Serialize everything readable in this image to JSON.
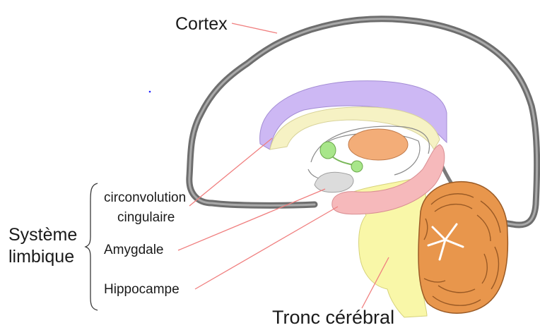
{
  "labels": {
    "cortex": "Cortex",
    "cingulate_line1": "circonvolution",
    "cingulate_line2": "cingulaire",
    "system_line1": "Système",
    "system_line2": "limbique",
    "amygdala": "Amygdale",
    "hippocampus": "Hippocampe",
    "brainstem": "Tronc cérébral"
  },
  "colors": {
    "cortex": "#6e6e6e",
    "cingulate": "#cdb8f4",
    "corpus_callosum": "#f6f2c4",
    "thalamus": "#f3ad78",
    "green_nuclei": "#a8e68a",
    "hippocampus": "#f6b9bb",
    "brainstem": "#f9f7a8",
    "cerebellum": "#e8964c",
    "leader_lines": "#f07f7f"
  }
}
